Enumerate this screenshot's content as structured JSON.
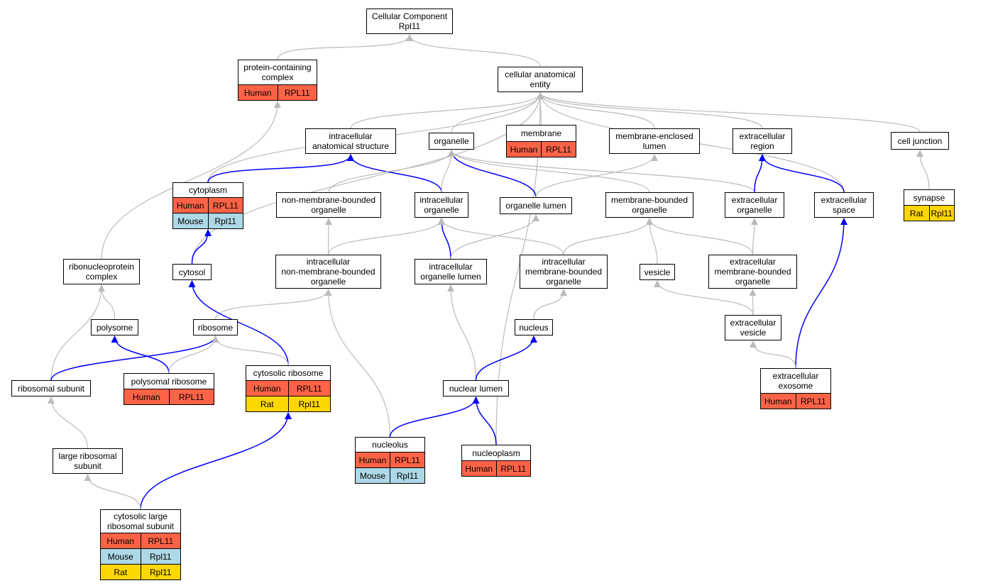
{
  "colors": {
    "human": "#ff6347",
    "mouse": "#add8e6",
    "rat": "#ffd700",
    "edge_gray": "#bbbbbb",
    "edge_blue": "#0000ff"
  },
  "nodes": {
    "root": {
      "lines": [
        "Cellular Component",
        "Rpl11"
      ],
      "rows": []
    },
    "protein_containing_complex": {
      "lines": [
        "protein-containing",
        "complex"
      ],
      "rows": [
        [
          "Human",
          "RPL11"
        ]
      ]
    },
    "cellular_anatomical_entity": {
      "lines": [
        "cellular anatomical",
        "entity"
      ],
      "rows": []
    },
    "intracellular_anatomical_structure": {
      "lines": [
        "intracellular",
        "anatomical structure"
      ],
      "rows": []
    },
    "organelle": {
      "lines": [
        "organelle"
      ],
      "rows": []
    },
    "membrane": {
      "lines": [
        "membrane"
      ],
      "rows": [
        [
          "Human",
          "RPL11"
        ]
      ]
    },
    "membrane_enclosed_lumen": {
      "lines": [
        "membrane-enclosed",
        "lumen"
      ],
      "rows": []
    },
    "extracellular_region": {
      "lines": [
        "extracellular",
        "region"
      ],
      "rows": []
    },
    "cell_junction": {
      "lines": [
        "cell junction"
      ],
      "rows": []
    },
    "cytoplasm": {
      "lines": [
        "cytoplasm"
      ],
      "rows": [
        [
          "Human",
          "RPL11"
        ],
        [
          "Mouse",
          "Rpl11"
        ]
      ]
    },
    "non_membrane_bounded_organelle": {
      "lines": [
        "non-membrane-bounded",
        "organelle"
      ],
      "rows": []
    },
    "intracellular_organelle": {
      "lines": [
        "intracellular",
        "organelle"
      ],
      "rows": []
    },
    "organelle_lumen": {
      "lines": [
        "organelle lumen"
      ],
      "rows": []
    },
    "membrane_bounded_organelle": {
      "lines": [
        "membrane-bounded",
        "organelle"
      ],
      "rows": []
    },
    "extracellular_organelle": {
      "lines": [
        "extracellular",
        "organelle"
      ],
      "rows": []
    },
    "extracellular_space": {
      "lines": [
        "extracellular",
        "space"
      ],
      "rows": []
    },
    "synapse": {
      "lines": [
        "synapse"
      ],
      "rows": [
        [
          "Rat",
          "Rpl11"
        ]
      ]
    },
    "ribonucleoprotein_complex": {
      "lines": [
        "ribonucleoprotein",
        "complex"
      ],
      "rows": []
    },
    "cytosol": {
      "lines": [
        "cytosol"
      ],
      "rows": []
    },
    "intracellular_nmb_organelle": {
      "lines": [
        "intracellular",
        "non-membrane-bounded",
        "organelle"
      ],
      "rows": []
    },
    "intracellular_organelle_lumen": {
      "lines": [
        "intracellular",
        "organelle lumen"
      ],
      "rows": []
    },
    "intracellular_mb_organelle": {
      "lines": [
        "intracellular",
        "membrane-bounded",
        "organelle"
      ],
      "rows": []
    },
    "vesicle": {
      "lines": [
        "vesicle"
      ],
      "rows": []
    },
    "extracellular_mb_organelle": {
      "lines": [
        "extracellular",
        "membrane-bounded",
        "organelle"
      ],
      "rows": []
    },
    "polysome": {
      "lines": [
        "polysome"
      ],
      "rows": []
    },
    "ribosome": {
      "lines": [
        "ribosome"
      ],
      "rows": []
    },
    "nucleus": {
      "lines": [
        "nucleus"
      ],
      "rows": []
    },
    "extracellular_vesicle": {
      "lines": [
        "extracellular",
        "vesicle"
      ],
      "rows": []
    },
    "ribosomal_subunit": {
      "lines": [
        "ribosomal subunit"
      ],
      "rows": []
    },
    "polysomal_ribosome": {
      "lines": [
        "polysomal ribosome"
      ],
      "rows": [
        [
          "Human",
          "RPL11"
        ]
      ]
    },
    "cytosolic_ribosome": {
      "lines": [
        "cytosolic ribosome"
      ],
      "rows": [
        [
          "Human",
          "RPL11"
        ],
        [
          "Rat",
          "Rpl11"
        ]
      ]
    },
    "nuclear_lumen": {
      "lines": [
        "nuclear lumen"
      ],
      "rows": []
    },
    "extracellular_exosome": {
      "lines": [
        "extracellular",
        "exosome"
      ],
      "rows": [
        [
          "Human",
          "RPL11"
        ]
      ]
    },
    "large_ribosomal_subunit": {
      "lines": [
        "large ribosomal",
        "subunit"
      ],
      "rows": []
    },
    "nucleolus": {
      "lines": [
        "nucleolus"
      ],
      "rows": [
        [
          "Human",
          "RPL11"
        ],
        [
          "Mouse",
          "Rpl11"
        ]
      ]
    },
    "nucleoplasm": {
      "lines": [
        "nucleoplasm"
      ],
      "rows": [
        [
          "Human",
          "RPL11"
        ]
      ]
    },
    "cytosolic_large_ribosomal_subunit": {
      "lines": [
        "cytosolic large",
        "ribosomal subunit"
      ],
      "rows": [
        [
          "Human",
          "RPL11"
        ],
        [
          "Mouse",
          "Rpl11"
        ],
        [
          "Rat",
          "Rpl11"
        ]
      ]
    }
  },
  "edges": [
    [
      "protein_containing_complex",
      "root",
      "gray"
    ],
    [
      "cellular_anatomical_entity",
      "root",
      "gray"
    ],
    [
      "intracellular_anatomical_structure",
      "cellular_anatomical_entity",
      "gray"
    ],
    [
      "organelle",
      "cellular_anatomical_entity",
      "gray"
    ],
    [
      "membrane",
      "cellular_anatomical_entity",
      "gray"
    ],
    [
      "membrane_enclosed_lumen",
      "cellular_anatomical_entity",
      "gray"
    ],
    [
      "extracellular_region",
      "cellular_anatomical_entity",
      "gray"
    ],
    [
      "cell_junction",
      "cellular_anatomical_entity",
      "gray"
    ],
    [
      "cytoplasm",
      "cellular_anatomical_entity",
      "gray"
    ],
    [
      "cytosol",
      "cellular_anatomical_entity",
      "gray"
    ],
    [
      "extracellular_space",
      "cellular_anatomical_entity",
      "gray"
    ],
    [
      "nucleoplasm",
      "cellular_anatomical_entity",
      "gray"
    ],
    [
      "ribonucleoprotein_complex",
      "protein_containing_complex",
      "gray"
    ],
    [
      "synapse",
      "cell_junction",
      "gray"
    ],
    [
      "cytoplasm",
      "intracellular_anatomical_structure",
      "blue"
    ],
    [
      "intracellular_organelle",
      "intracellular_anatomical_structure",
      "blue"
    ],
    [
      "non_membrane_bounded_organelle",
      "organelle",
      "gray"
    ],
    [
      "intracellular_organelle",
      "organelle",
      "gray"
    ],
    [
      "organelle_lumen",
      "organelle",
      "blue"
    ],
    [
      "membrane_bounded_organelle",
      "organelle",
      "gray"
    ],
    [
      "extracellular_organelle",
      "organelle",
      "gray"
    ],
    [
      "organelle_lumen",
      "membrane_enclosed_lumen",
      "gray"
    ],
    [
      "extracellular_organelle",
      "extracellular_region",
      "blue"
    ],
    [
      "extracellular_space",
      "extracellular_region",
      "blue"
    ],
    [
      "cytosol",
      "cytoplasm",
      "blue"
    ],
    [
      "intracellular_nmb_organelle",
      "non_membrane_bounded_organelle",
      "gray"
    ],
    [
      "intracellular_nmb_organelle",
      "intracellular_organelle",
      "gray"
    ],
    [
      "intracellular_organelle_lumen",
      "intracellular_organelle",
      "blue"
    ],
    [
      "intracellular_mb_organelle",
      "intracellular_organelle",
      "gray"
    ],
    [
      "intracellular_organelle_lumen",
      "organelle_lumen",
      "gray"
    ],
    [
      "intracellular_mb_organelle",
      "membrane_bounded_organelle",
      "gray"
    ],
    [
      "vesicle",
      "membrane_bounded_organelle",
      "gray"
    ],
    [
      "extracellular_mb_organelle",
      "membrane_bounded_organelle",
      "gray"
    ],
    [
      "extracellular_mb_organelle",
      "extracellular_organelle",
      "gray"
    ],
    [
      "extracellular_exosome",
      "extracellular_space",
      "blue"
    ],
    [
      "polysome",
      "ribonucleoprotein_complex",
      "gray"
    ],
    [
      "ribosomal_subunit",
      "ribonucleoprotein_complex",
      "gray"
    ],
    [
      "ribosome",
      "intracellular_nmb_organelle",
      "gray"
    ],
    [
      "nucleolus",
      "intracellular_nmb_organelle",
      "gray"
    ],
    [
      "cytosolic_ribosome",
      "cytosol",
      "blue"
    ],
    [
      "nuclear_lumen",
      "intracellular_organelle_lumen",
      "gray"
    ],
    [
      "nucleus",
      "intracellular_mb_organelle",
      "gray"
    ],
    [
      "extracellular_vesicle",
      "vesicle",
      "gray"
    ],
    [
      "extracellular_vesicle",
      "extracellular_mb_organelle",
      "gray"
    ],
    [
      "polysomal_ribosome",
      "polysome",
      "blue"
    ],
    [
      "ribosomal_subunit",
      "ribosome",
      "blue"
    ],
    [
      "polysomal_ribosome",
      "ribosome",
      "gray"
    ],
    [
      "cytosolic_ribosome",
      "ribosome",
      "gray"
    ],
    [
      "nuclear_lumen",
      "nucleus",
      "blue"
    ],
    [
      "extracellular_exosome",
      "extracellular_vesicle",
      "gray"
    ],
    [
      "large_ribosomal_subunit",
      "ribosomal_subunit",
      "gray"
    ],
    [
      "cytosolic_large_ribosomal_subunit",
      "cytosolic_ribosome",
      "blue"
    ],
    [
      "cytosolic_large_ribosomal_subunit",
      "large_ribosomal_subunit",
      "gray"
    ],
    [
      "nucleolus",
      "nuclear_lumen",
      "blue"
    ],
    [
      "nucleoplasm",
      "nuclear_lumen",
      "blue"
    ]
  ]
}
